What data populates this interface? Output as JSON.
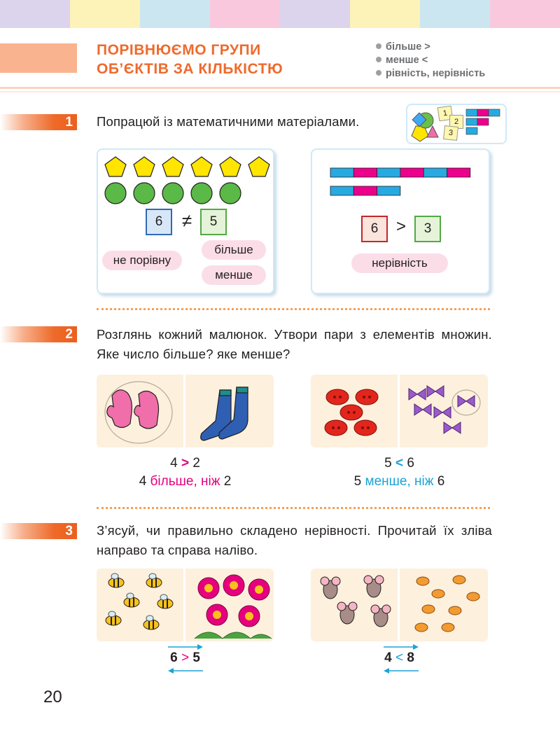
{
  "stripe_colors": [
    "#dcd3ec",
    "#fdf2b8",
    "#cbe6f1",
    "#f9c8dc",
    "#dcd3ec",
    "#fdf2b8",
    "#cbe6f1",
    "#f9c8dc"
  ],
  "header": {
    "title_lines": [
      "ПОРІВНЮЄМО ГРУПИ",
      "ОБ’ЄКТІВ ЗА КІЛЬКІСТЮ"
    ],
    "keywords": [
      "більше  >",
      "менше  <",
      "рівність, нерівність"
    ]
  },
  "task1": {
    "number": "1",
    "text": "Попрацюй із математичними матеріалами.",
    "materials_cards": [
      "1",
      "2",
      "3"
    ],
    "left_panel": {
      "num_a": "6",
      "relation": "≠",
      "num_b": "5",
      "pill_main": "не порівну",
      "pill_more": "більше",
      "pill_less": "менше"
    },
    "right_panel": {
      "num_a": "6",
      "relation": ">",
      "num_b": "3",
      "pill": "нерівність"
    }
  },
  "task2": {
    "number": "2",
    "text": "Розглянь кожний малюнок. Утвори пари з елементів множин. Яке число більше? яке менше?",
    "left": {
      "a": "4",
      "sign": ">",
      "b": "2",
      "word_a": "4",
      "word": "більше, ніж",
      "word_b": "2"
    },
    "right": {
      "a": "5",
      "sign": "<",
      "b": "6",
      "word_a": "5",
      "word": "менше, ніж",
      "word_b": "6"
    }
  },
  "task3": {
    "number": "3",
    "text": "З’ясуй, чи правильно складено нерівності. Прочитай їх зліва направо та справа наліво.",
    "left": {
      "a": "6",
      "sign": ">",
      "b": "5"
    },
    "right": {
      "a": "4",
      "sign": "<",
      "b": "8"
    }
  },
  "page_number": "20",
  "colors": {
    "accent": "#ef6a2c",
    "pink": "#e6007e",
    "blue": "#1ba3d6"
  }
}
